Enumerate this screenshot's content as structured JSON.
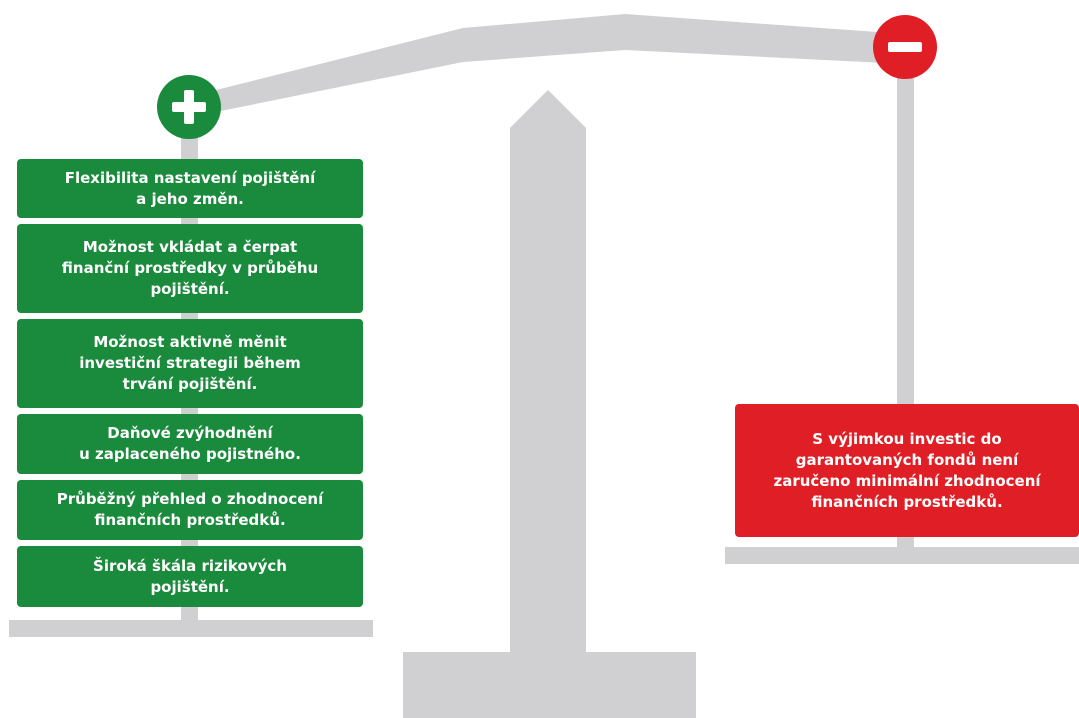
{
  "colors": {
    "pros": "#1a8a3c",
    "cons": "#e01e25",
    "scale": "#d0d0d2"
  },
  "icons": {
    "pros": "plus-icon",
    "cons": "minus-icon"
  },
  "pros": [
    "Flexibilita nastavení pojištění\na jeho změn.",
    "Možnost vkládat a čerpat\nfinanční prostředky v průběhu\npojištění.",
    "Možnost aktivně měnit\ninvestiční strategii během\ntrvání pojištění.",
    "Daňové zvýhodnění\nu zaplaceného pojistného.",
    "Průběžný přehled o zhodnocení\nfinančních prostředků.",
    "Široká škála rizikových\npojištění."
  ],
  "cons": [
    "S výjimkou investic do\ngarantovaných fondů není\nzaručeno minimální zhodnocení\nfinančních prostředků."
  ]
}
